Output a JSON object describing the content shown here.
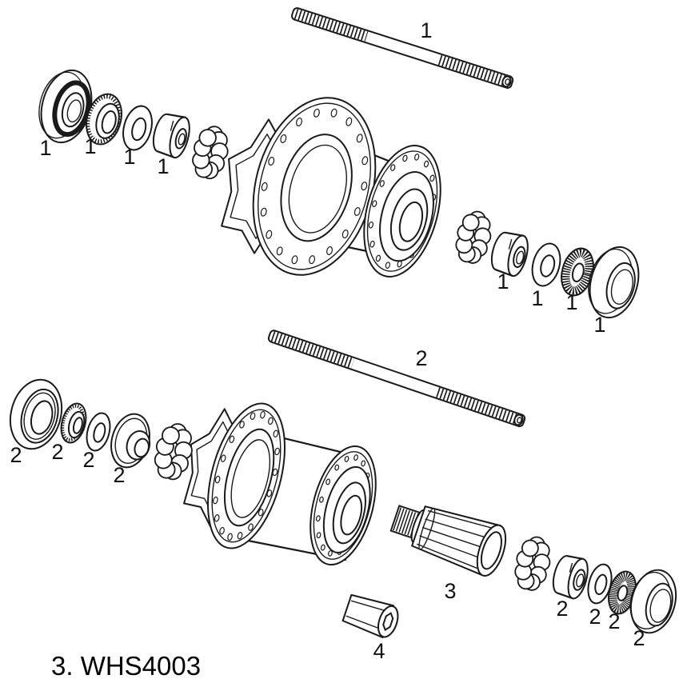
{
  "diagram": {
    "caption": "3. WHS4003",
    "front": {
      "axle": "1",
      "dust_cap_left": "1",
      "lock_nut": "1",
      "washer_left": "1",
      "cone_nut_left": "1",
      "cone_nut_right": "1",
      "washer_right": "1",
      "lock_washer": "1",
      "dust_cap_right": "1"
    },
    "rear": {
      "axle": "2",
      "dust_cap_left": "2",
      "cone_left": "2",
      "washer_left": "2",
      "seal_nut": "2",
      "cone_nut_right": "2",
      "washer_right": "2",
      "lock_washer": "2",
      "dust_cap_right": "2",
      "freehub": "3",
      "axle_nut": "4"
    },
    "colors": {
      "line": "#1a1a1a",
      "background": "#ffffff"
    }
  }
}
